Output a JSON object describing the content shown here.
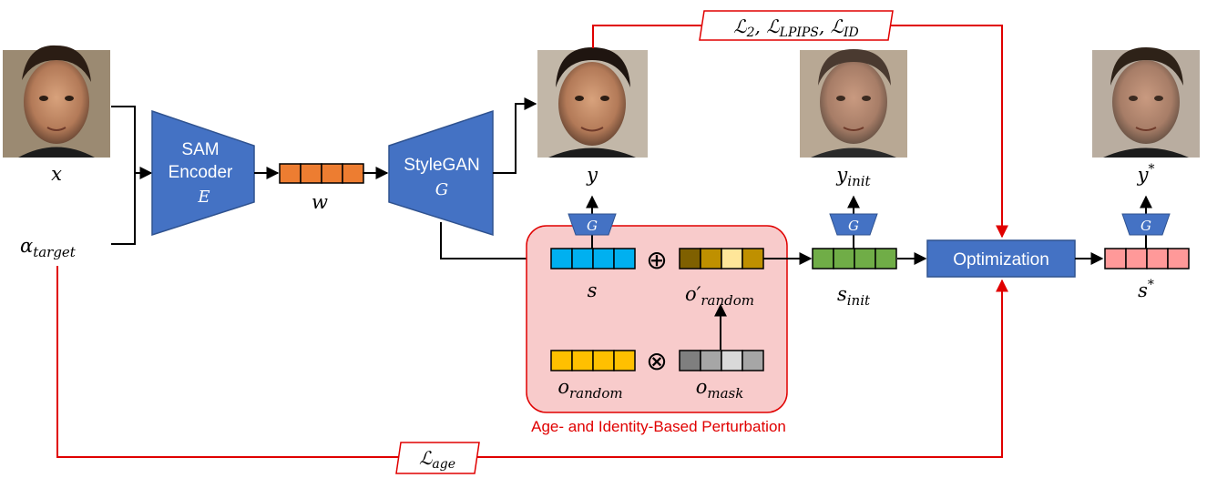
{
  "colors": {
    "encoder_blue": "#4472C4",
    "red": "#E00000",
    "w_orange": "#ED7D31",
    "s_cyan": "#00B0F0",
    "s_init_green": "#70AD47",
    "s_star_pink": "#FF9999",
    "o_random_yellow": "#FFC000",
    "perturb_bg": "#F8CBCB",
    "o_prime_cells": [
      "#7F6000",
      "#BF9000",
      "#FFE699",
      "#BF9000"
    ],
    "o_mask_cells": [
      "#7F7F7F",
      "#A6A6A6",
      "#D9D9D9",
      "#A6A6A6"
    ]
  },
  "images": {
    "x": "input face photo (young man)",
    "y": "aged face output",
    "y_init": "initial perturbed aged face",
    "y_star": "optimized aged face"
  },
  "labels": {
    "x": "x",
    "alpha_base": "α",
    "alpha_sub": "target",
    "w": "w",
    "y": "y",
    "y_init_base": "y",
    "y_init_sub": "init",
    "y_star_base": "y",
    "y_star_sup": "*",
    "s": "s",
    "s_init_base": "s",
    "s_init_sub": "init",
    "s_star_base": "s",
    "s_star_sup": "*",
    "o_prime_base": "o′",
    "o_prime_sub": "random",
    "o_random_base": "o",
    "o_random_sub": "random",
    "o_mask_base": "o",
    "o_mask_sub": "mask",
    "oplus": "⊕",
    "otimes": "⊗"
  },
  "encoder": {
    "line1": "SAM",
    "line2": "Encoder",
    "letter": "E"
  },
  "generator": {
    "line1": "StyleGAN",
    "letter": "G"
  },
  "small_g": "G",
  "optimization": "Optimization",
  "perturbation_label": "Age- and Identity-Based Perturbation",
  "loss_top": {
    "L2_base": "ℒ",
    "L2_sub": "2",
    "sep1": ", ",
    "Llpips_base": "ℒ",
    "Llpips_sub": "LPIPS",
    "sep2": ", ",
    "Lid_base": "ℒ",
    "Lid_sub": "ID"
  },
  "loss_bottom": {
    "base": "ℒ",
    "sub": "age"
  }
}
